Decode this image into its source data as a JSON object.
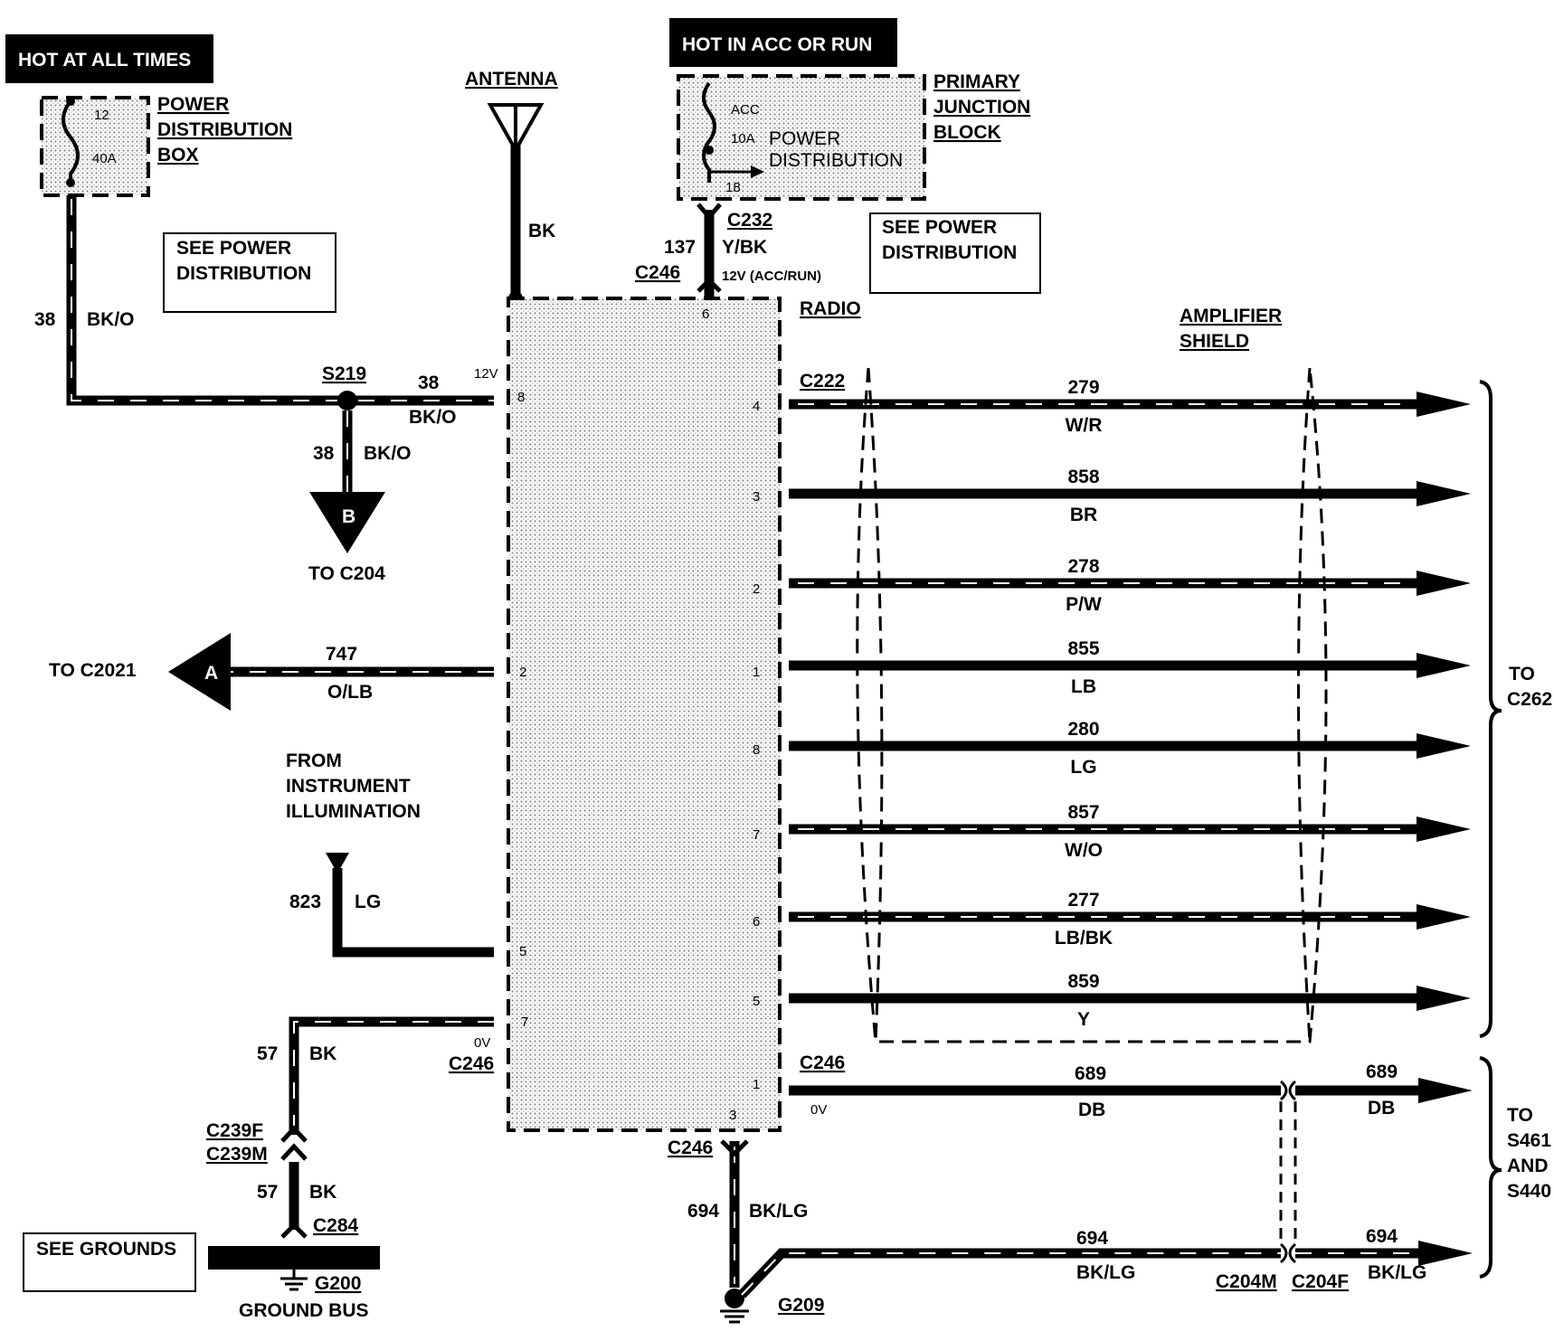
{
  "power_box": {
    "tag": "HOT AT ALL TIMES",
    "title": [
      "POWER",
      "DISTRIBUTION",
      "BOX"
    ],
    "fuse_num": "12",
    "fuse_rating": "40A",
    "see_note": [
      "SEE POWER",
      "DISTRIBUTION"
    ]
  },
  "junction_block": {
    "tag": "HOT IN ACC OR RUN",
    "title": [
      "PRIMARY",
      "JUNCTION",
      "BLOCK"
    ],
    "inner": [
      "POWER",
      "DISTRIBUTION"
    ],
    "acc": "ACC",
    "fuse_rating": "10A",
    "fuse_num": "18",
    "see_note": [
      "SEE POWER",
      "DISTRIBUTION"
    ]
  },
  "antenna": {
    "label": "ANTENNA",
    "wire": "BK"
  },
  "radio": {
    "label": "RADIO",
    "left_pins": [
      "8",
      "2",
      "5",
      "7"
    ],
    "right_pins": [
      "4",
      "3",
      "2",
      "1",
      "8",
      "7",
      "6",
      "5",
      "1"
    ],
    "top_pin": "6",
    "bottom_pin": "3"
  },
  "left_side": {
    "w38": "38",
    "c38": "BK/O",
    "splice": "S219",
    "v12": "12V",
    "b_label": "B",
    "to_c204": "TO C204",
    "w747": "747",
    "c747": "O/LB",
    "a_label": "A",
    "to_c2021": "TO C2021",
    "from_illum": [
      "FROM",
      "INSTRUMENT",
      "ILLUMINATION"
    ],
    "w823": "823",
    "c823": "LG",
    "v0": "0V",
    "c246": "C246",
    "w57": "57",
    "c57": "BK",
    "c239f": "C239F",
    "c239m": "C239M",
    "c284": "C284",
    "see_grounds": "SEE GROUNDS",
    "g200": "G200",
    "ground_bus": "GROUND BUS"
  },
  "top_feed": {
    "c232": "C232",
    "w137": "137",
    "c137": "Y/BK",
    "c246": "C246",
    "v_acc": "12V (ACC/RUN)"
  },
  "amplifier": {
    "shield": [
      "AMPLIFIER",
      "SHIELD"
    ],
    "c222": "C222",
    "wires": [
      {
        "num": "279",
        "color": "W/R"
      },
      {
        "num": "858",
        "color": "BR"
      },
      {
        "num": "278",
        "color": "P/W"
      },
      {
        "num": "855",
        "color": "LB"
      },
      {
        "num": "280",
        "color": "LG"
      },
      {
        "num": "857",
        "color": "W/O"
      },
      {
        "num": "277",
        "color": "LB/BK"
      },
      {
        "num": "859",
        "color": "Y"
      }
    ],
    "to_c262": [
      "TO",
      "C262"
    ]
  },
  "lower_right": {
    "c246": "C246",
    "v0": "0V",
    "w689": "689",
    "c689": "DB",
    "w694": "694",
    "c694": "BK/LG",
    "bottom_c246": "C246",
    "g209": "G209",
    "c204m": "C204M",
    "c204f": "C204F",
    "to_s": [
      "TO",
      "S461",
      "AND",
      "S440"
    ]
  }
}
